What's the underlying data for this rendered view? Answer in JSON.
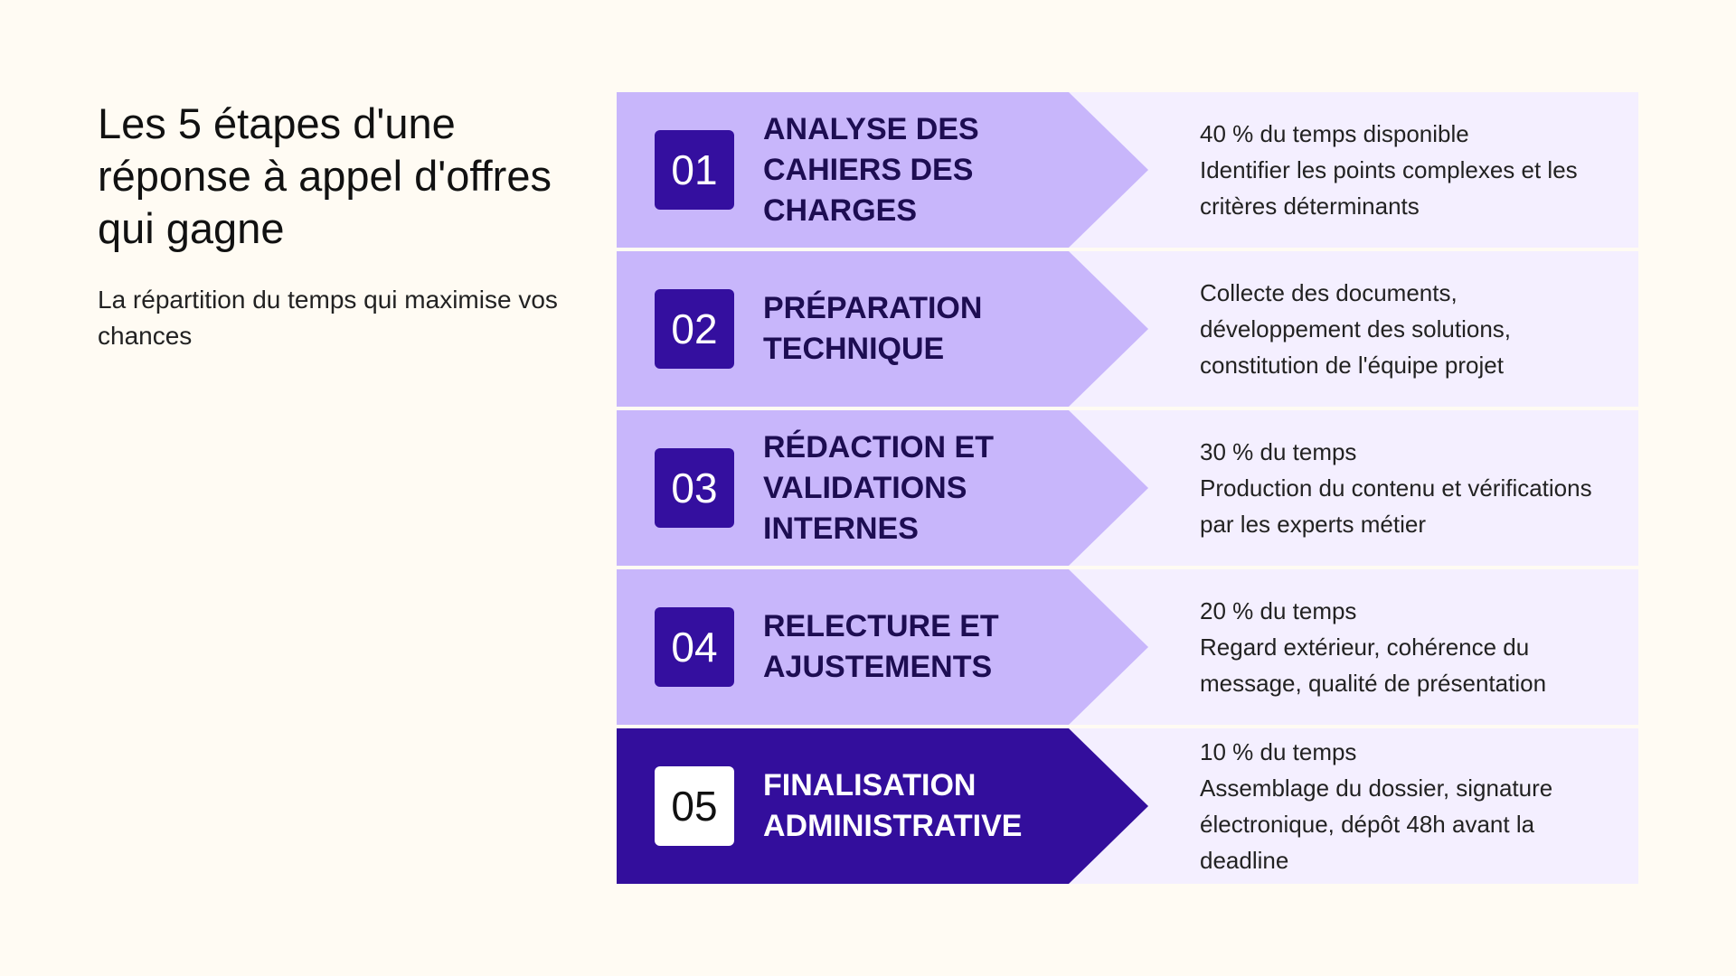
{
  "title": "Les 5 étapes d'une réponse à appel d'offres qui gagne",
  "subtitle": "La répartition du temps qui maximise vos chances",
  "colors": {
    "background": "#fffbf3",
    "banner_light": "#c8b6fb",
    "banner_dark": "#330e9c",
    "description_panel": "#f4efff",
    "number_badge": "#340f9f"
  },
  "steps": [
    {
      "number": "01",
      "title": "ANALYSE DES CAHIERS DES CHARGES",
      "description": "40 % du temps disponible\nIdentifier les points complexes et les critères déterminants"
    },
    {
      "number": "02",
      "title": "PRÉPARATION TECHNIQUE",
      "description": "Collecte des documents, développement des solutions, constitution de l'équipe projet"
    },
    {
      "number": "03",
      "title": "RÉDACTION ET VALIDATIONS INTERNES",
      "description": "30 % du temps\nProduction du contenu et vérifications par les experts métier"
    },
    {
      "number": "04",
      "title": "RELECTURE ET AJUSTEMENTS",
      "description": "20 % du temps\nRegard extérieur, cohérence du message, qualité de présentation"
    },
    {
      "number": "05",
      "title": "FINALISATION ADMINISTRATIVE",
      "description": "10 % du temps\nAssemblage du dossier, signature électronique, dépôt 48h avant la deadline"
    }
  ]
}
